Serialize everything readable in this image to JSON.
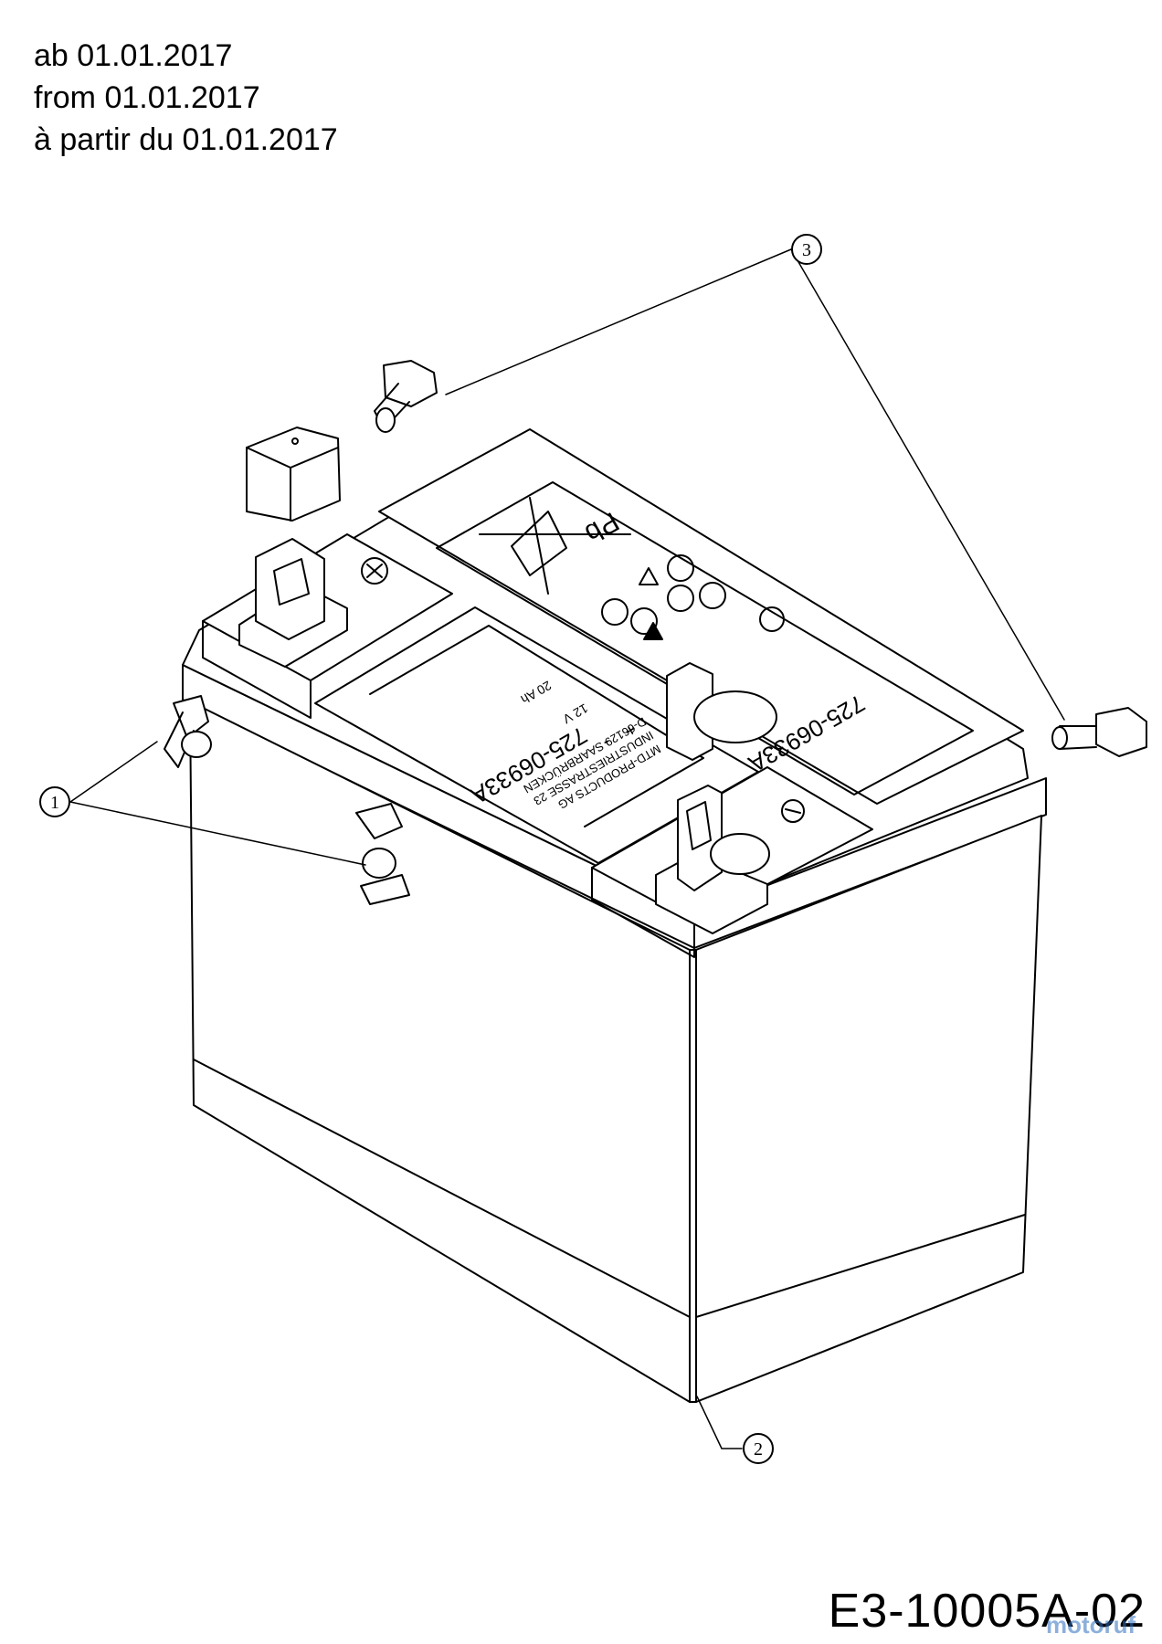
{
  "header": {
    "validity_lines": [
      "ab 01.01.2017",
      "from 01.01.2017",
      "à partir du 01.01.2017"
    ]
  },
  "callouts": [
    {
      "number": "1"
    },
    {
      "number": "2"
    },
    {
      "number": "3"
    }
  ],
  "battery_label": {
    "part_number": "725-06933A",
    "voltage": "12 V",
    "capacity": "20 Ah",
    "brand_line1": "MTD-PRODUCTS AG",
    "brand_line2": "INDUSTRIESTRASSE 23",
    "brand_line3": "D-66129 SAARBRÜCKEN",
    "lead_symbol": "Pb",
    "plus": "+",
    "minus": "-"
  },
  "footer": {
    "drawing_code": "E3-10005A-02",
    "watermark": "motoruf"
  }
}
